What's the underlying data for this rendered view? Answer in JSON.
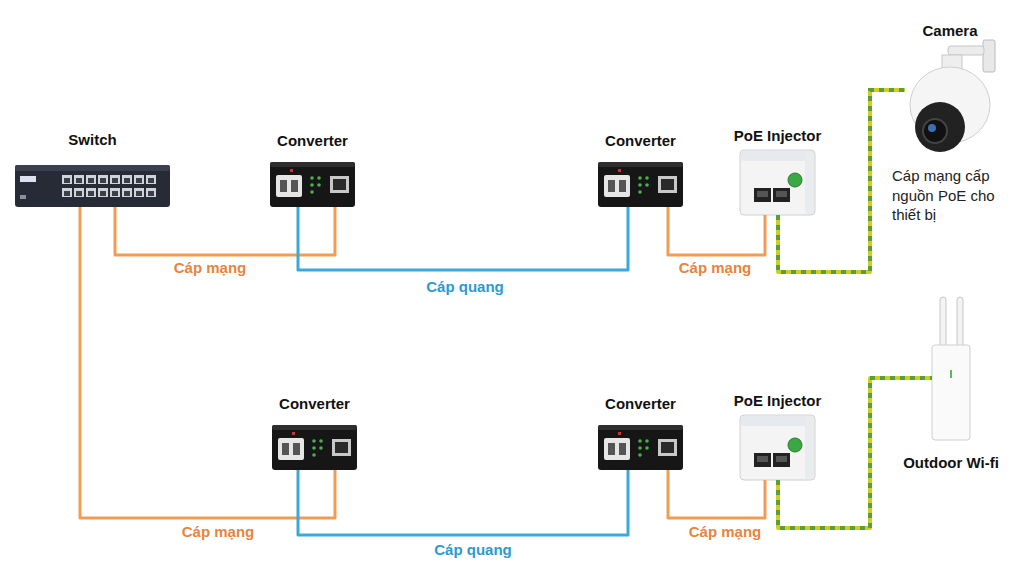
{
  "diagram": {
    "nodes": [
      {
        "text": [
          "Switch"
        ]
      },
      {
        "text": [
          "Converter"
        ]
      },
      {
        "text": [
          "Converter"
        ]
      },
      {
        "text": [
          "PoE Injector"
        ]
      },
      {
        "text": [
          "Camera"
        ]
      },
      {
        "text": [
          "Converter"
        ]
      },
      {
        "text": [
          "Converter"
        ]
      },
      {
        "text": [
          "PoE Injector"
        ]
      },
      {
        "text": [
          "Outdoor Wi-fi"
        ]
      }
    ],
    "edges": [
      {
        "from": 0,
        "to": 1,
        "arrow": "none",
        "label": "Cáp mạng"
      },
      {
        "from": 1,
        "to": 2,
        "arrow": "none",
        "label": "Cáp quang"
      },
      {
        "from": 2,
        "to": 3,
        "arrow": "none",
        "label": "Cáp mạng"
      },
      {
        "from": 3,
        "to": 4,
        "arrow": "none"
      },
      {
        "from": 0,
        "to": 5,
        "arrow": "none",
        "label": "Cáp mạng"
      },
      {
        "from": 5,
        "to": 6,
        "arrow": "none",
        "label": "Cáp quang"
      },
      {
        "from": 6,
        "to": 7,
        "arrow": "none",
        "label": "Cáp mạng"
      },
      {
        "from": 7,
        "to": 8,
        "arrow": "none"
      }
    ],
    "labels": [
      "Cáp mạng cấp nguồn PoE cho thiết bị"
    ]
  }
}
